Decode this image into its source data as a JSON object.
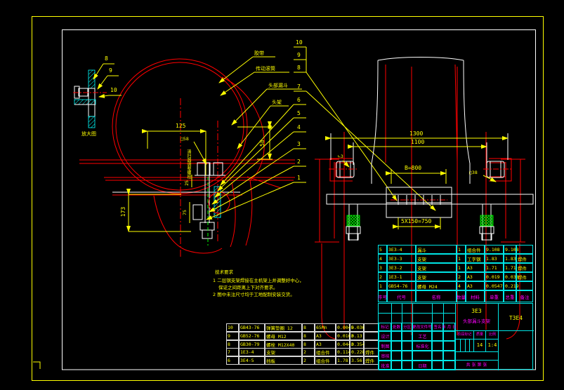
{
  "colors": {
    "background": "#000000",
    "line_red": "#ff0000",
    "accent_yellow": "#ffff00",
    "grid_cyan": "#00ffff",
    "header_magenta": "#ff00ff",
    "line_white": "#ffffff",
    "hatch_green": "#00ff00"
  },
  "detail": {
    "labels": {
      "l8": "8",
      "l9": "9",
      "l10": "10"
    },
    "caption": "放大图"
  },
  "ladder": {
    "n10": "10",
    "n9": "9",
    "n8": "8",
    "n7": "7",
    "n6": "6",
    "n5": "5",
    "n4": "4",
    "n3": "3",
    "n2": "2",
    "n1": "1"
  },
  "part_labels": {
    "belt": "胶带",
    "drive_drum": "传动滚筒",
    "head_hopper": "头部漏斗",
    "head_frame": "头架"
  },
  "left_dims": {
    "w125": "125",
    "box58": "□58",
    "h58": "58",
    "h25": "25",
    "h75": "75",
    "h173": "173",
    "v_note": "清扫器调整螺栓"
  },
  "right_dims": {
    "w1300": "1300",
    "w1100": "1100",
    "wB": "B=800",
    "w750": "5X150=750",
    "angle_right": "□38",
    "weld_left": "∟3"
  },
  "notes": {
    "title": "技术要求",
    "line1": "1 二层钢支架焊接在主机架上并调整好中心，",
    "line2": "保证之间距离上下对齐要求。",
    "line3": "2 图中未注尺寸均于工地配制安装交货。"
  },
  "bom_header": {
    "no": "序号",
    "code": "代号",
    "name": "名称",
    "qty": "数量",
    "mat": "材料",
    "unit": "单重",
    "total": "总重",
    "rem": "备注"
  },
  "bom_upper": {
    "rows": [
      {
        "no": "5",
        "code": "3E3-4",
        "name": "漏斗",
        "qty": "1",
        "mat": "组合件",
        "unit": "9.108",
        "total": "9.108",
        "rem": ""
      },
      {
        "no": "4",
        "code": "3E3-3",
        "name": "支架",
        "qty": "1",
        "mat": "工字钢",
        "unit": "1.83",
        "total": "1.83",
        "rem": "焊件"
      },
      {
        "no": "3",
        "code": "3E3-2",
        "name": "支架",
        "qty": "1",
        "mat": "A3",
        "unit": "1.71",
        "total": "1.71",
        "rem": "焊件"
      },
      {
        "no": "2",
        "code": "1E3-1",
        "name": "支架",
        "qty": "2",
        "mat": "A3",
        "unit": "0.019",
        "total": "0.038",
        "rem": "焊件"
      },
      {
        "no": "1",
        "code": "GB54-76",
        "name": "螺母 M24",
        "qty": "4",
        "mat": "A3",
        "unit": "0.0547",
        "total": "0.219",
        "rem": ""
      }
    ]
  },
  "bom_lower": {
    "rows": [
      {
        "no": "10",
        "code": "GB43-76",
        "name": "弹簧垫圈 12",
        "qty": "8",
        "mat": "65Mn",
        "unit": "0.0045",
        "total": "0.036",
        "rem": ""
      },
      {
        "no": "9",
        "code": "GB52-76",
        "name": "螺母 M12",
        "qty": "8",
        "mat": "A3",
        "unit": "0.0163",
        "total": "0.13",
        "rem": ""
      },
      {
        "no": "8",
        "code": "GB30-79",
        "name": "螺栓 M12X40",
        "qty": "8",
        "mat": "A3",
        "unit": "0.0443",
        "total": "0.354",
        "rem": ""
      },
      {
        "no": "7",
        "code": "1E3-4",
        "name": "支架",
        "qty": "2",
        "mat": "组合件",
        "unit": "0.114",
        "total": "0.228",
        "rem": "焊件"
      },
      {
        "no": "6",
        "code": "3E4-5",
        "name": "挡板",
        "qty": "2",
        "mat": "组合件",
        "unit": "1.78",
        "total": "3.56",
        "rem": "焊件"
      }
    ]
  },
  "title_block": {
    "rev_header": [
      "标记",
      "处数",
      "分区",
      "更改文件号",
      "签名",
      "年 月 日"
    ],
    "sig_rows": [
      [
        "设计",
        "",
        "",
        "工艺",
        "",
        ""
      ],
      [
        "制图",
        "",
        "",
        "标准化",
        "",
        ""
      ],
      [
        "审核",
        "",
        "",
        "",
        "",
        ""
      ],
      [
        "批准",
        "",
        "",
        "日期",
        "",
        ""
      ]
    ],
    "code": "3E3",
    "title": "头部漏斗支架",
    "model": "T3E4",
    "stage_header": [
      "阶段标记",
      "质量",
      "比例"
    ],
    "mass": "14",
    "scale": "1:4",
    "sheets": "共 张 第 张"
  }
}
